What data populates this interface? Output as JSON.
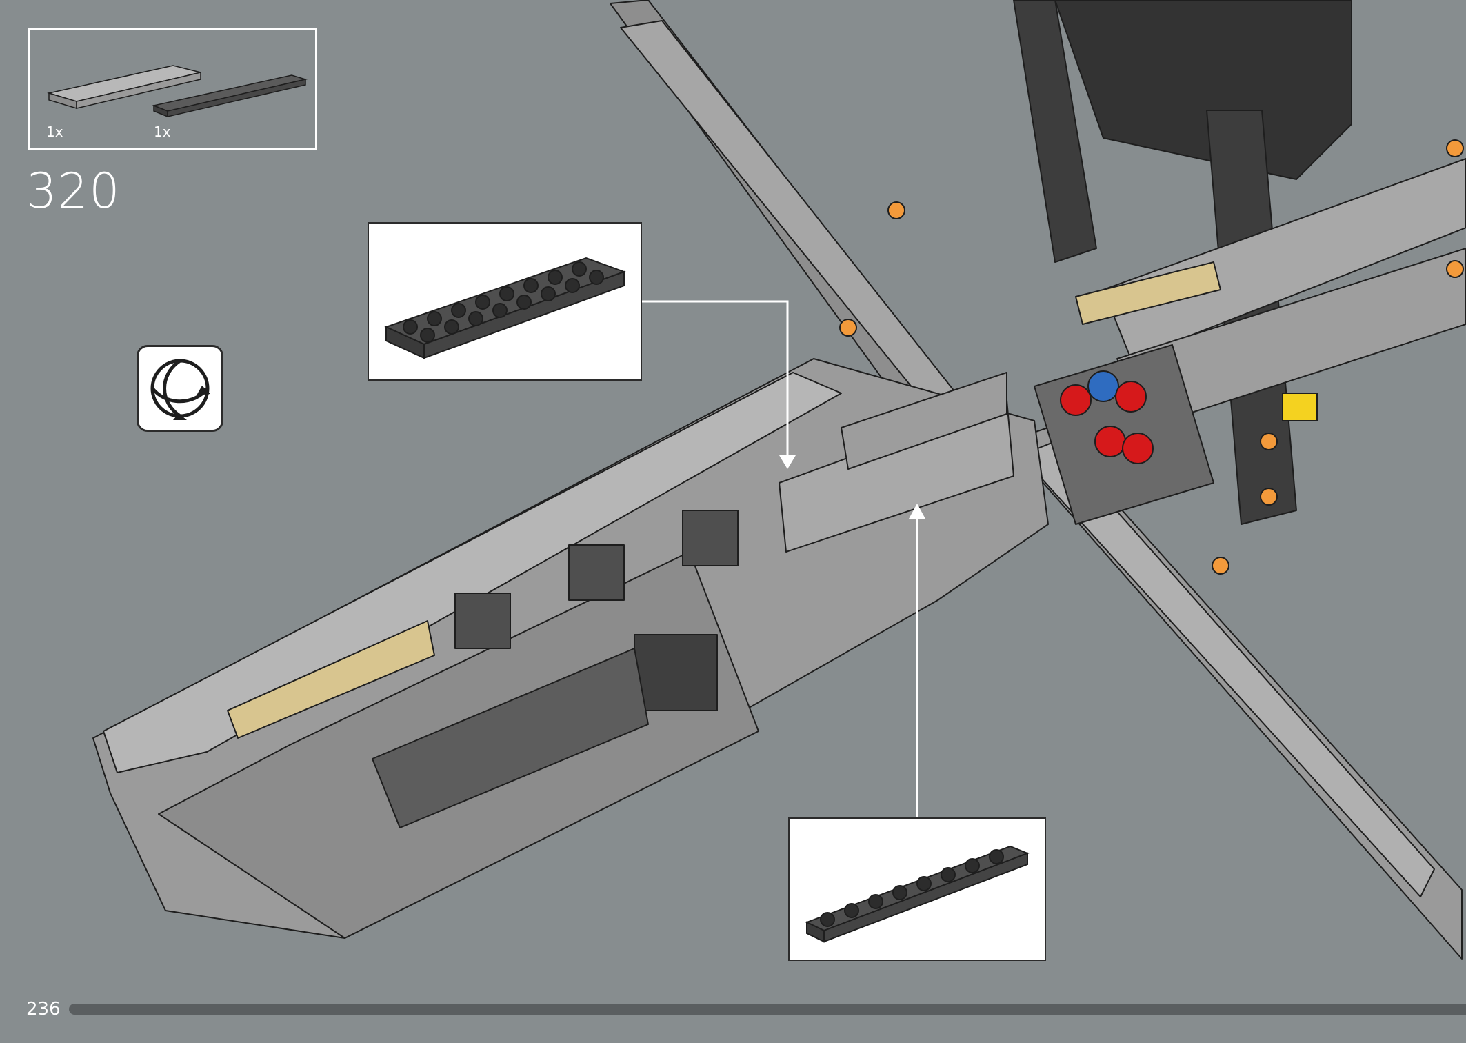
{
  "parts_list": {
    "items": [
      {
        "qty_label": "1x",
        "color": "#9c9c9c",
        "name": "light-gray-plate-2x8"
      },
      {
        "qty_label": "1x",
        "color": "#555555",
        "name": "dark-gray-plate-1x8"
      }
    ]
  },
  "step": {
    "number": "320"
  },
  "page": {
    "number": "236",
    "progress": 1.0
  },
  "icons": {
    "rotate": "rotate-model-icon"
  },
  "colors": {
    "background": "#878d8f",
    "light_gray": "#a3a3a3",
    "dark_gray": "#4f4f4f",
    "tan": "#d8c58f",
    "red": "#d6191b",
    "orange": "#f39a3b",
    "blue": "#2f6cc0",
    "yellow": "#f4d220"
  }
}
